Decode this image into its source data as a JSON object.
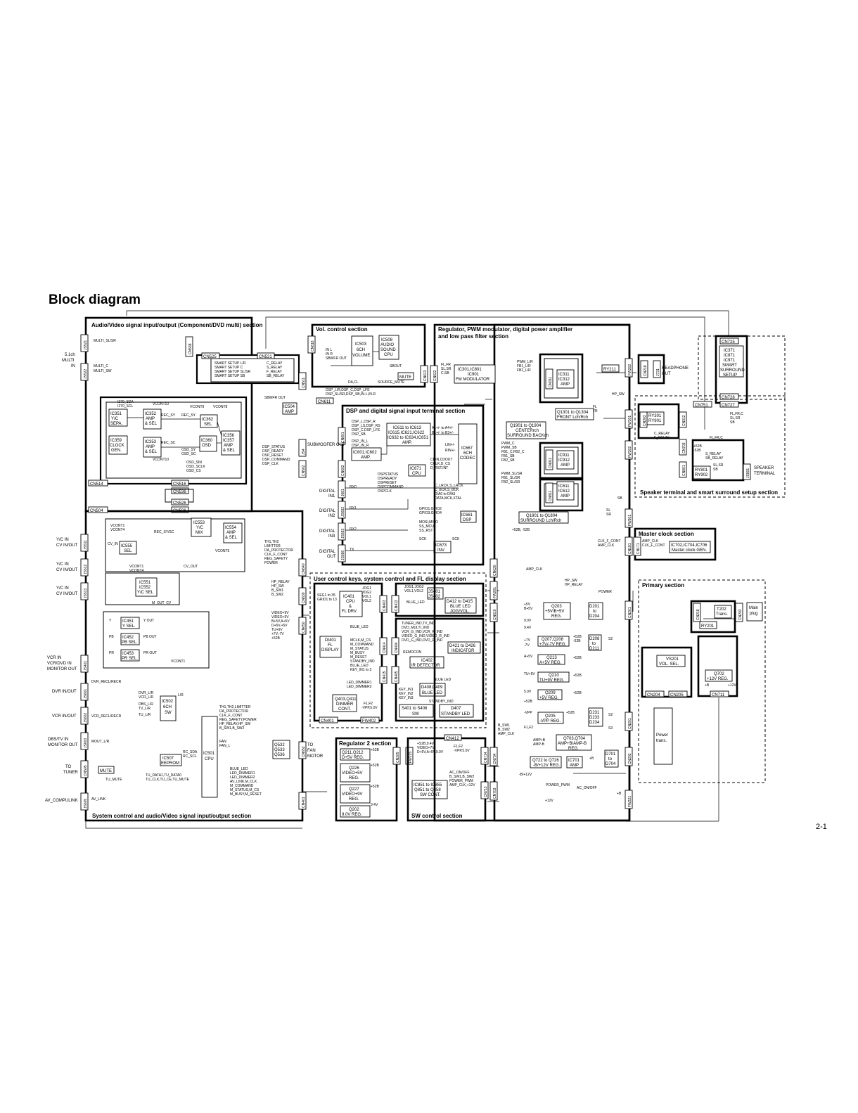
{
  "page": {
    "title": "Block diagram",
    "page_number": "2-1"
  },
  "sections": [
    {
      "id": "sec-av-input",
      "title": "Audio/Video signal input/output (Component/DVD multi) section"
    },
    {
      "id": "sec-vol",
      "title": "Vol. control section"
    },
    {
      "id": "sec-reg-pwm",
      "title": "Regulator, PWM modulator, digital power amplifier and low pass filter section"
    },
    {
      "id": "sec-dsp",
      "title": "DSP and digital signal input terminal section"
    },
    {
      "id": "sec-user",
      "title": "User control keys, system control and FL display section"
    },
    {
      "id": "sec-sys",
      "title": "System control and audio/Video signal input/output section"
    },
    {
      "id": "sec-reg2",
      "title": "Regulator 2 section"
    },
    {
      "id": "sec-sw",
      "title": "SW control section"
    },
    {
      "id": "sec-speaker",
      "title": "Speaker terminal and smart surround setup section"
    },
    {
      "id": "sec-clock",
      "title": "Master clock section"
    },
    {
      "id": "sec-primary",
      "title": "Primary section"
    }
  ],
  "external_labels": {
    "multi_in": "5.1ch MULTI IN",
    "yc_in_1": "Y/C IN CV IN/OUT",
    "yc_in_2": "Y/C IN CV IN/OUT",
    "yc_in_3": "Y/C IN CV IN/OUT",
    "vcr_in": "VCR IN VCR/DVD IN MONITOR OUT",
    "dvr_inout": "DVR IN/OUT",
    "vcr_inout": "VCR IN/OUT",
    "dbs_in": "DBS/TV IN MONITOR OUT",
    "to_tuner": "TO TUNER",
    "av_compulink": "AV_COMPULINK",
    "to_fan_motor": "TO FAN MOTOR",
    "subwoofer_out": "SUBWOOFER OUT",
    "digital_in1": "DIGITAL IN1",
    "digital_in2": "DIGITAL IN2",
    "digital_in3": "DIGITAL IN3",
    "digital_out": "DIGITAL OUT",
    "headphone_out": "HEADPHONE OUT",
    "speaker_terminal": "SPEAKER TERMINAL",
    "main_plug": "Main plug"
  },
  "blocks": {
    "ic351": "IC351 Y/C SEPA.",
    "ic352": "IC352 AMP & SEL",
    "ic362": "IC362 SEL",
    "ic359": "IC359 CLOCK GEN.",
    "ic353": "IC353 AMP & SEL",
    "ic360": "IC360 OSD",
    "ic356": "IC356 IC357 AMP & SEL",
    "ic553": "IC553 Y/C MIX",
    "ic554": "IC554 AMP & SEL",
    "ic555": "IC555 SEL",
    "ic551": "IC551 IC552 Y/C SEL",
    "ic451": "IC451 Y SEL.",
    "ic452": "IC452 PB SEL.",
    "ic453": "IC453 PR SEL.",
    "ic502": "IC502 6CH SW",
    "ic501": "IC501 CPU",
    "ic507": "IC507 EEPROM",
    "mute_tuner": "MUTE",
    "q532": "Q532 Q533 Q536",
    "ic504": "IC504 AMP",
    "ic503": "IC503 6CH VOLUME",
    "ic508": "IC508 AUDIO SOUND CPU",
    "mute_vol": "MUTE",
    "ic611": "IC611 to IC613 IC615,IC621,IC622 IC632 to IC634,IC651 AMP.",
    "ic601": "IC601,IC602 AMP.",
    "ic671": "IC671 CPU",
    "ic667": "IC667 6CH CODEC",
    "ic661": "IC661 DSP",
    "ic673": "IC673 INV",
    "ic401": "IC401 CPU & FL DRV.",
    "di401": "DI401 FL DISPLAY",
    "js401": "JS401 JS402",
    "d412": "D412 to D415 BLUE LED JOG/VOL.",
    "d421": "D421 to D426 INDICATOR",
    "ic402": "IC402 IR DETECTOR",
    "d408": "D408,D409 BLUE LED",
    "q403": "Q403,Q411 DIMMER CONT.",
    "s401": "S401 to S406 SW",
    "d407": "D407 STANDBY LED",
    "q211": "Q211,Q212 D+5V REG.",
    "q226": "Q226 VIDEO+5V REG.",
    "q227": "Q227 VIDEO+9V REG.",
    "q202": "Q202 9.0V REG.",
    "ic851": "IC851 to IC855 Q851 to Q858 SW CONT.",
    "ic301": "IC301,IC801 IC901 FM MODULATOR",
    "ic311": "IC311 IC312 AMP",
    "q1301": "Q1301 to Q1304 FRONT Lch/Rch",
    "q1901": "Q1901 to Q1904 CENTERrch SURROUND BACKch",
    "ic911": "IC911 IC912 AMP",
    "ic611b": "IC611 IC612 AMP",
    "q1801": "Q1801 to Q1804 SURROUND Lch/Rch",
    "ry211": "RY211",
    "ic371": "IC371 IC871 IC971 SMART SURROUND SETUP",
    "ry301": "RY301 RY901",
    "ry801": "RY801 RY902",
    "ic702": "IC702,IC704,IC706 Master clock GEN.",
    "q203": "Q203 +5V/B+5V REG.",
    "d201": "D201 to D204",
    "q207": "Q207,Q208 +7V/-7V REG.",
    "d208": "D208 to D211",
    "q213": "Q213 A+5V REG.",
    "q210": "Q210 TU+9V REG.",
    "q209": "Q209 +5V REG.",
    "q205": "Q205 -VPP REG.",
    "d231": "D231 D233 D234",
    "q703": "Q703,Q704 AMP+B/AMP-B REG.",
    "q722": "Q722 to Q726 -B+12V REG.",
    "ic701": "IC701 AMP",
    "d701": "D701 to D704",
    "power_trans": "Power trans.",
    "t202": "T202 Trans.",
    "ry201": "RY201",
    "vs201": "VS201 VOL. SEL.",
    "q702": "Q702 +12V REG."
  },
  "connectors": [
    "JS521",
    "JS522",
    "CN525",
    "CN521",
    "CN538",
    "CN514",
    "CN516",
    "CN536",
    "CN526",
    "CN506",
    "CN504",
    "JS511",
    "JS512",
    "JS513",
    "JS401",
    "JS601",
    "JS602",
    "JS603",
    "CN505",
    "JS605",
    "CN618",
    "CN511",
    "CN611",
    "CN613",
    "CN622",
    "CN601",
    "CN602",
    "JS4",
    "JS601",
    "JS602",
    "JS603",
    "CN640",
    "CN639",
    "CN650",
    "CN652",
    "CN401",
    "CN403",
    "CN413",
    "CN404",
    "CN406",
    "CN414",
    "CN415",
    "CN408",
    "CN412",
    "FW402",
    "CN215",
    "CN414",
    "CN413",
    "FW201",
    "CN620",
    "CN610",
    "CN204",
    "CN213",
    "CN203",
    "FW202",
    "CN801",
    "FW301",
    "CN302",
    "CN703",
    "CN751",
    "CN725",
    "CN728",
    "CN727",
    "CN901",
    "CN921",
    "FW901",
    "FW801",
    "CN911",
    "CN811",
    "CN821",
    "CN181",
    "CN171",
    "CN218",
    "CN261",
    "CN204",
    "CN205",
    "CN711",
    "CN201",
    "CN202",
    "CN221",
    "CN212",
    "JS801",
    "CN912",
    "CN311",
    "CN301",
    "CN402"
  ],
  "signals": {
    "multi_sl_sr": "MULTI_SL/SR",
    "multi_c": "MULTI_C MULTI_SW",
    "smart_setup": "SMART SETUP L/R SMART SETUP C SMART SETUP SL/SR SMART SETUP SB",
    "relays": "C_RELAY S_RELAY F_RELAY SB_RELAY",
    "vol_in": "IN L IN R SBWFR OUT",
    "da_cl": "DA,CL",
    "sbout": "SBOUT",
    "source_mute": "SOURCE_MUTE",
    "dsp_lr": "DSP_L/R,DSP_C,DSP_LFE DSP_SL/SR,DSP_SB,IN-L,IN-R",
    "sbwfr_out": "SBWFR OUT",
    "dsp_status": "DSP_STATUS DSP_READY DSP_RESET DSP_COMMAND DSP_CLK",
    "dsp_out": "DSP_L,DSP_R DSP_LS,DSP_RS DSP_C,DSP_LFE DSP_SB",
    "dsp_in": "DSP_IN_L DSP_IN_R",
    "ab_sig": "A1+/- to A4+/- B1+/- to B3+/-",
    "lin_rin": "LIN+/- RIN+/-",
    "cdin": "CDIN,CDOUT CCLK,D_CS D_RST,INT",
    "dspstatus2": "DSPSTATUS DSPREADY DSPRESET DSPCOMMAND DSPCLK",
    "lrck": "C_LRCK,S_LRCK C_BCK,S_BCK D/A0 to D/A3 DATA,MCK,XTAL",
    "gpio": "GPIO1,GPIO2 GPIO3,GPIO4",
    "mosi": "MOSI,MISO SS_MCU SS_RST",
    "sck": "SCK",
    "rx": "RX0 RX1 RX2 TX",
    "ic_th": "TH1,TH2 LIMITTER DA_PROTECTOR CLK_F_CONT REG_SAFETY POWER",
    "hp_relay": "HP_RELAY HP_SW B_SW1 B_SW2",
    "video_pw": "VIDEO+9V VIDEO+5V B+5V,A+5V D+5V,+5V TU+9V +7V,-7V +52B",
    "seg": "SEG1 to 35 GRID1 to 13",
    "jog": "JOG1 JOG2 VOL1 VOL2",
    "jog2": "JOG1,JOG2 VOL1,VOL2",
    "blue_led": "BLUE_LED",
    "mclk": "MCLK,M_CS M_COMMAND M_STATUS M_BUSY M_RESET STANDBY_IND BLUE_LED KEY_IN1 to 3",
    "tuner_ind": "TUNER_IND,TV_IND DVD_MULTI_IND VCR_G_IND,VCR_R_IND VIDEO_G_IND,VIDEO_R_IND DVD_G_IND,DVD_R_IND",
    "remocon": "REMOCON",
    "key_in": "KEY_IN1 KEY_IN2 KEY_IN3",
    "standby_ind": "STANDBY_IND",
    "led_dimmer": "LED_DIMMER1 LED_DIMMER2",
    "f1f2": "F1,F2 -VPP,5.0V",
    "fl_fr": "FL,FR SL,SR C,SB",
    "pwm_lr": "PWM_L/R FB1_L/R FB2_L/R",
    "pwm_c": "PWM_C PWM_SB FB1_C,FB2_C FB1_SB FB2_SB",
    "pwm_sl": "PWM_SL/SR FB1_SL/SR FB2_SL/SR",
    "hp_sw": "HP_SW",
    "fl_frc": "FL,FR,C SL,SR SB",
    "s_relay": "S_RELAY SB_RELAY",
    "sl_sr_sb": "SL,SR SB",
    "clk_f_cont": "CLK_F_CONT AMP_CLK",
    "amp_clk": "AMP_CLK CLK_F_CONT",
    "power": "POWER",
    "b_sw": "B_SW1 B_SW2 AMP_CLK",
    "ac_onoff": "AC_ON/OFF B_SW1,B_SW2 POWER_PWM AMP_CLK,+12V",
    "power_pwm": "POWER_PWM",
    "ac_on_off": "AC_ON/OFF",
    "plus12v": "+12V",
    "mout": "MOUT_L/R",
    "tu_mute": "TU_MUTE",
    "tu_data": "TU_DATA1,TU_DATA0 TU_CLK,TU_CE,TU_MUTE",
    "th_limit": "TH1,TH2,LIMITTER DA_PROTECTOR CLK_F_CONT REG_SAFETY,POWER HP_RELAY,HP_SW B_SW1,B_SW2",
    "fan": "FAN FAN_L",
    "rc_sda": "RC_SDA RC_SCL",
    "blue_led2": "BLUE_LED LED_DIMMER1 LED_DIMMER2 AV_LINK,M_CLK M_COMMAND M_STATUS,M_CS M_BUSY,M_RESET",
    "av_link": "AV_LINK",
    "dvr_recl": "DVR_RECL/RECR",
    "vcr_recl": "VCR_RECL/RECR",
    "dvr_lr": "DVR_L/R VCR_L/R DBS_L/R TV_L/R TU_L/R",
    "vcont": "VCONT10 VCONT9 VCONT8",
    "vcont1": "VCONT1",
    "cv_out": "CV_OUT",
    "m_out_cv": "M_OUT_CV",
    "rec_sy": "REC_SY REC_SC",
    "osd": "OSD_SY OSD_SC OSD_SIN OSD_SCLK OSD_CS",
    "i2c": "I270_SDA I270_SCL",
    "y_out": "Y OUT",
    "pb_out": "PB OUT",
    "pr_out": "PR OUT",
    "reg2_pw": "+S2B,9.4V VIDEO+7V D+5V,A+5V,9.0V",
    "voltages_right": "9.0V 9.4V +7V -7V A+5V TU+9V 5.0V -VPP +52B F1,F2",
    "amp_b": "AMP+B AMP-B",
    "minus_b": "-B/+12V",
    "plus_b": "+B"
  }
}
